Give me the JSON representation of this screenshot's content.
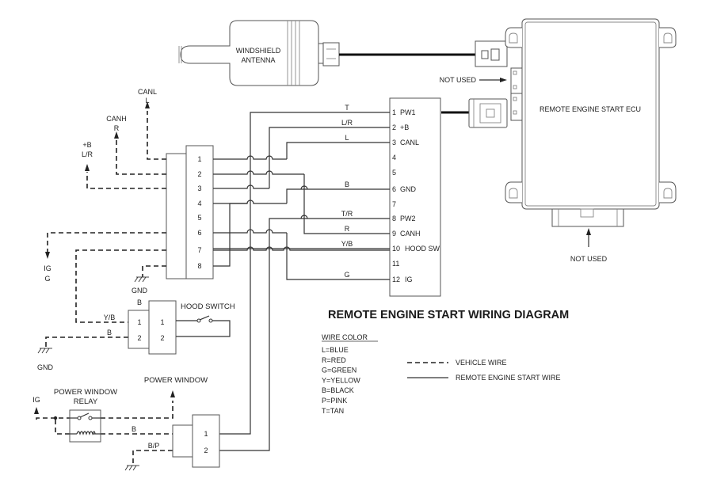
{
  "title": "REMOTE ENGINE START WIRING DIAGRAM",
  "components": {
    "antenna": "WINDSHIELD",
    "antenna_line2": "ANTENNA",
    "ecu": "REMOTE ENGINE START ECU",
    "not_used_top": "NOT USED",
    "not_used_bottom": "NOT USED",
    "hood_switch": "HOOD SWITCH",
    "power_window": "POWER WINDOW",
    "relay_line1": "POWER WINDOW",
    "relay_line2": "RELAY"
  },
  "ecu_connector_pins": [
    {
      "num": "1",
      "name": "PW1",
      "wire": "T"
    },
    {
      "num": "2",
      "name": "+B",
      "wire": "L/R"
    },
    {
      "num": "3",
      "name": "CANL",
      "wire": "L"
    },
    {
      "num": "4",
      "name": "",
      "wire": ""
    },
    {
      "num": "5",
      "name": "",
      "wire": ""
    },
    {
      "num": "6",
      "name": "GND",
      "wire": "B"
    },
    {
      "num": "7",
      "name": "",
      "wire": ""
    },
    {
      "num": "8",
      "name": "PW2",
      "wire": "T/R"
    },
    {
      "num": "9",
      "name": "CANH",
      "wire": "R"
    },
    {
      "num": "10",
      "name": "HOOD SW",
      "wire": "Y/B"
    },
    {
      "num": "11",
      "name": "",
      "wire": ""
    },
    {
      "num": "12",
      "name": "IG",
      "wire": "G"
    }
  ],
  "harness_connector_pins": [
    "1",
    "2",
    "3",
    "4",
    "5",
    "6",
    "7",
    "8"
  ],
  "vehicle_signals": {
    "canl": {
      "name": "CANL",
      "color": "L"
    },
    "canh": {
      "name": "CANH",
      "color": "R"
    },
    "plus_b": {
      "name": "+B",
      "color": "L/R"
    },
    "ig": {
      "name": "IG",
      "color": "G"
    },
    "gnd_harness": "GND",
    "gnd_hood": "GND",
    "relay_ig": "IG"
  },
  "hood_connector": {
    "pins": [
      "1",
      "2"
    ],
    "mate_pins": [
      "1",
      "2"
    ],
    "wire1": "Y/B",
    "wire2": "B",
    "top_label": "B"
  },
  "pw_connector": {
    "pins": [
      "1",
      "2"
    ],
    "wire_b": "B",
    "wire_bp": "B/P"
  },
  "legend": {
    "heading": "WIRE COLOR",
    "colors": [
      "L=BLUE",
      "R=RED",
      "G=GREEN",
      "Y=YELLOW",
      "B=BLACK",
      "P=PINK",
      "T=TAN"
    ],
    "vehicle_wire": "VEHICLE WIRE",
    "remote_wire": "REMOTE ENGINE START WIRE"
  }
}
